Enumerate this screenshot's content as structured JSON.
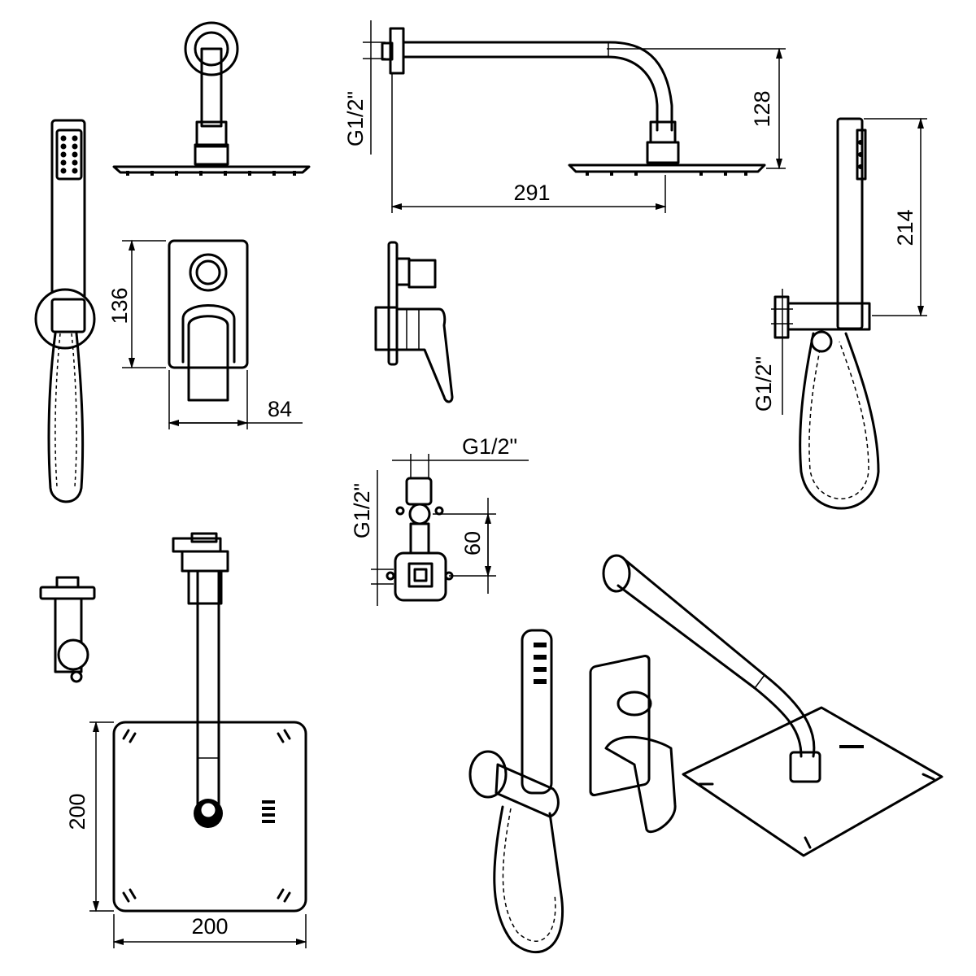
{
  "dimensions": {
    "mixer_height": "136",
    "mixer_depth": "84",
    "arm_length": "291",
    "arm_drop": "128",
    "arm_thread": "G1/2\"",
    "holder_height": "214",
    "holder_thread": "G1/2\"",
    "valve_thread_top": "G1/2\"",
    "valve_thread_side": "G1/2\"",
    "valve_spacing": "60",
    "head_height": "200",
    "head_width": "200"
  }
}
